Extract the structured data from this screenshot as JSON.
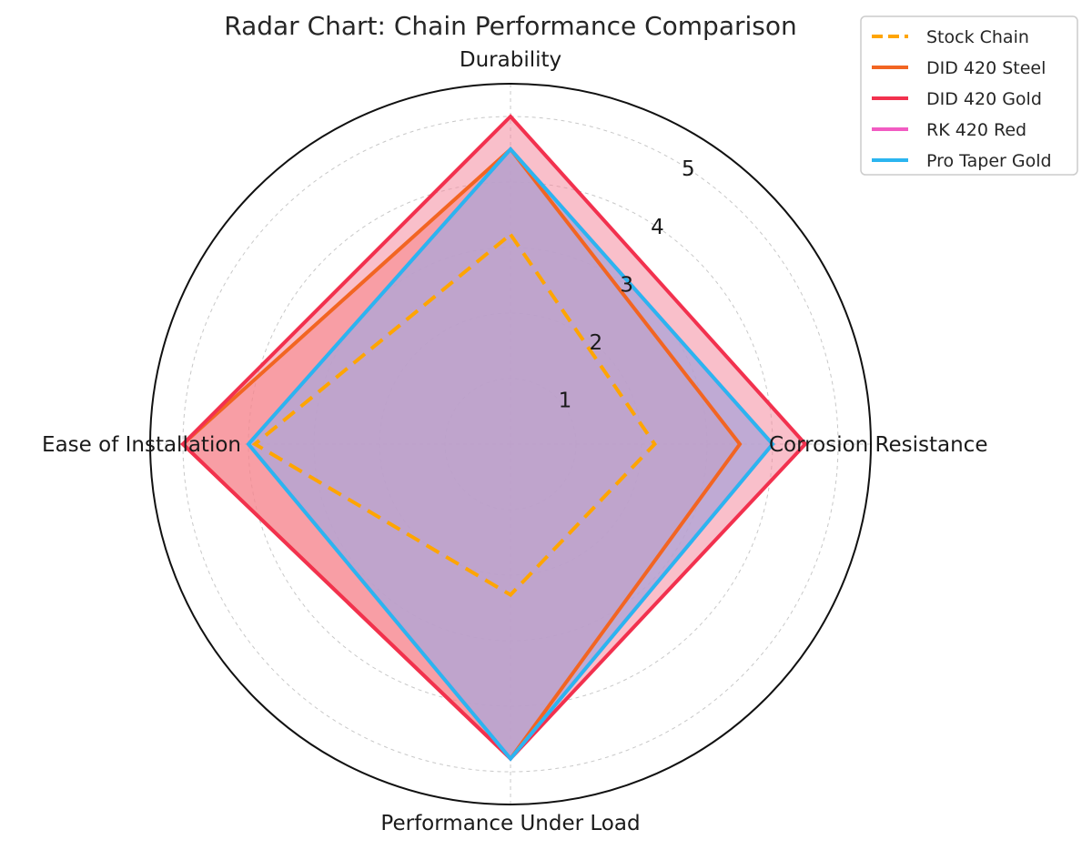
{
  "chart_data": {
    "type": "radar",
    "title": "Radar Chart: Chain Performance Comparison",
    "axes": [
      "Durability",
      "Corrosion Resistance",
      "Performance Under Load",
      "Ease of Installation"
    ],
    "rlim": [
      0,
      5.5
    ],
    "rticks": [
      1,
      2,
      3,
      4,
      5
    ],
    "grid": true,
    "legend_position": "top-right",
    "series": [
      {
        "name": "Stock Chain",
        "values": [
          3.2,
          2.2,
          2.3,
          3.9
        ],
        "color": "#FFA500",
        "dashed": true,
        "fill": false
      },
      {
        "name": "DID 420 Steel",
        "values": [
          4.5,
          3.5,
          4.8,
          5.0
        ],
        "color": "#F26522",
        "dashed": false,
        "fill": true,
        "fill_color": "#F97B6B"
      },
      {
        "name": "DID 420 Gold",
        "values": [
          5.0,
          4.5,
          4.8,
          5.0
        ],
        "color": "#F2314E",
        "dashed": false,
        "fill": true,
        "fill_color": "#F48A9E"
      },
      {
        "name": "RK 420 Red",
        "values": [
          4.5,
          4.0,
          4.8,
          4.0
        ],
        "color": "#F25BC2",
        "dashed": false,
        "fill": true,
        "fill_color": "#D9A0D9"
      },
      {
        "name": "Pro Taper Gold",
        "values": [
          4.5,
          4.0,
          4.8,
          4.0
        ],
        "color": "#2BB5F0",
        "dashed": false,
        "fill": true,
        "fill_color": "#9FA7D6"
      }
    ]
  }
}
